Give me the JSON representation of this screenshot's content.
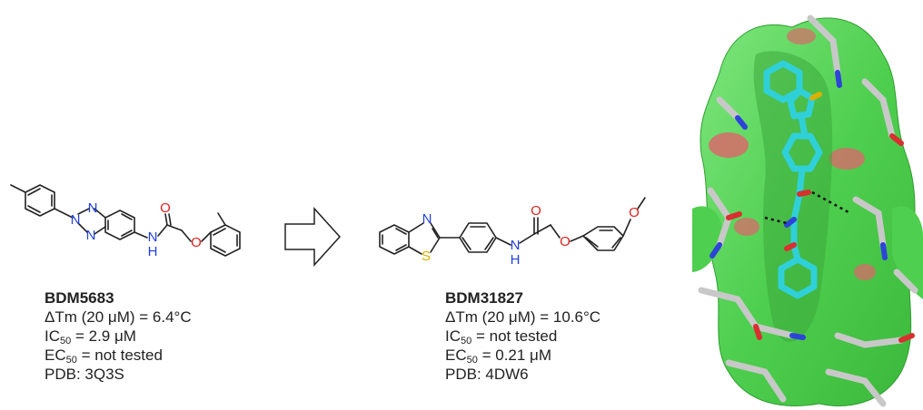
{
  "compounds": [
    {
      "name": "BDM5683",
      "dtm_label": "ΔTm (20 μM) = 6.4°C",
      "ic50_prefix": "IC",
      "ic50_sub": "50",
      "ic50_value": " = 2.9 μM",
      "ec50_prefix": "EC",
      "ec50_sub": "50",
      "ec50_value": " = not tested",
      "pdb": "PDB: 3Q3S"
    },
    {
      "name": "BDM31827",
      "dtm_label": "ΔTm (20 μM) = 10.6°C",
      "ic50_prefix": "IC",
      "ic50_sub": "50",
      "ic50_value": " = not tested",
      "ec50_prefix": "EC",
      "ec50_sub": "50",
      "ec50_value": " = 0.21 μM",
      "pdb": "PDB: 4DW6"
    }
  ],
  "atoms": {
    "n": "N",
    "o": "O",
    "s": "S",
    "nh": "N",
    "h": "H"
  },
  "colors": {
    "nitrogen": "#1f3fe0",
    "oxygen": "#e0201f",
    "sulfur": "#d8b000",
    "bond": "#222222",
    "surface_green": "#58d858",
    "surface_red": "#d86a6a",
    "ligand_cyan": "#2fd0d8",
    "stick_grey": "#c8c8c8"
  }
}
